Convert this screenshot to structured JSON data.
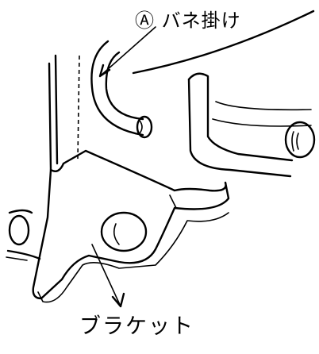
{
  "figure": {
    "callouts": [
      {
        "id": "a",
        "text": "Ⓐ バネ掛け"
      },
      {
        "id": "bracket",
        "text": "ブラケット"
      }
    ],
    "icons": [
      "spring-hook-icon",
      "bracket-icon",
      "pin-icon",
      "arrow-icon"
    ]
  }
}
